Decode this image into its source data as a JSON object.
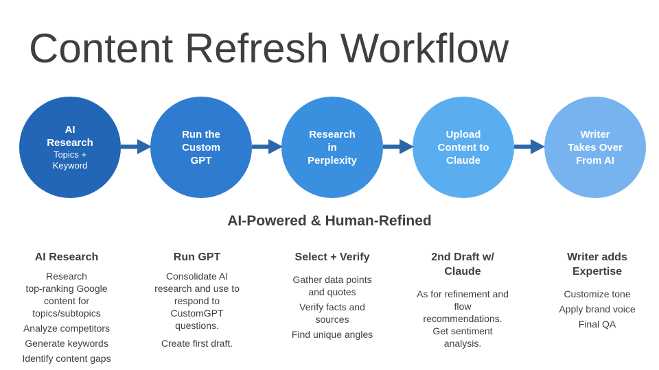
{
  "title": "Content Refresh Workflow",
  "tagline": "AI-Powered & Human-Refined",
  "colors": {
    "step1": "#2266b5",
    "step2": "#2f7bd0",
    "step3": "#3a8fde",
    "step4": "#5aaef0",
    "step5": "#77b4ef",
    "arrow": "#2a66a8",
    "text": "#3f3f3f"
  },
  "steps": [
    {
      "main": "AI\nResearch",
      "sub": "Topics +\nKeyword"
    },
    {
      "main": "Run the\nCustom\nGPT",
      "sub": ""
    },
    {
      "main": "Research\nin\nPerplexity",
      "sub": ""
    },
    {
      "main": "Upload\nContent to\nClaude",
      "sub": ""
    },
    {
      "main": "Writer\nTakes Over\nFrom AI",
      "sub": ""
    }
  ],
  "columns": [
    {
      "heading": "AI Research",
      "items": [
        "Research\ntop-ranking Google\ncontent for\ntopics/subtopics",
        "Analyze competitors",
        "Generate keywords",
        "Identify content gaps"
      ]
    },
    {
      "heading": "Run GPT",
      "items": [
        "Consolidate AI\nresearch and use to\nrespond to\nCustomGPT\nquestions.",
        "Create first draft."
      ]
    },
    {
      "heading": "Select + Verify",
      "items": [
        "Gather data points\nand quotes",
        "Verify facts and\nsources",
        "Find unique angles"
      ]
    },
    {
      "heading": "2nd Draft w/\nClaude",
      "items": [
        "As for refinement and\nflow\nrecommendations.\nGet sentiment\nanalysis."
      ]
    },
    {
      "heading": "Writer adds\nExpertise",
      "items": [
        "Customize tone",
        "Apply brand voice",
        "Final QA"
      ]
    }
  ]
}
